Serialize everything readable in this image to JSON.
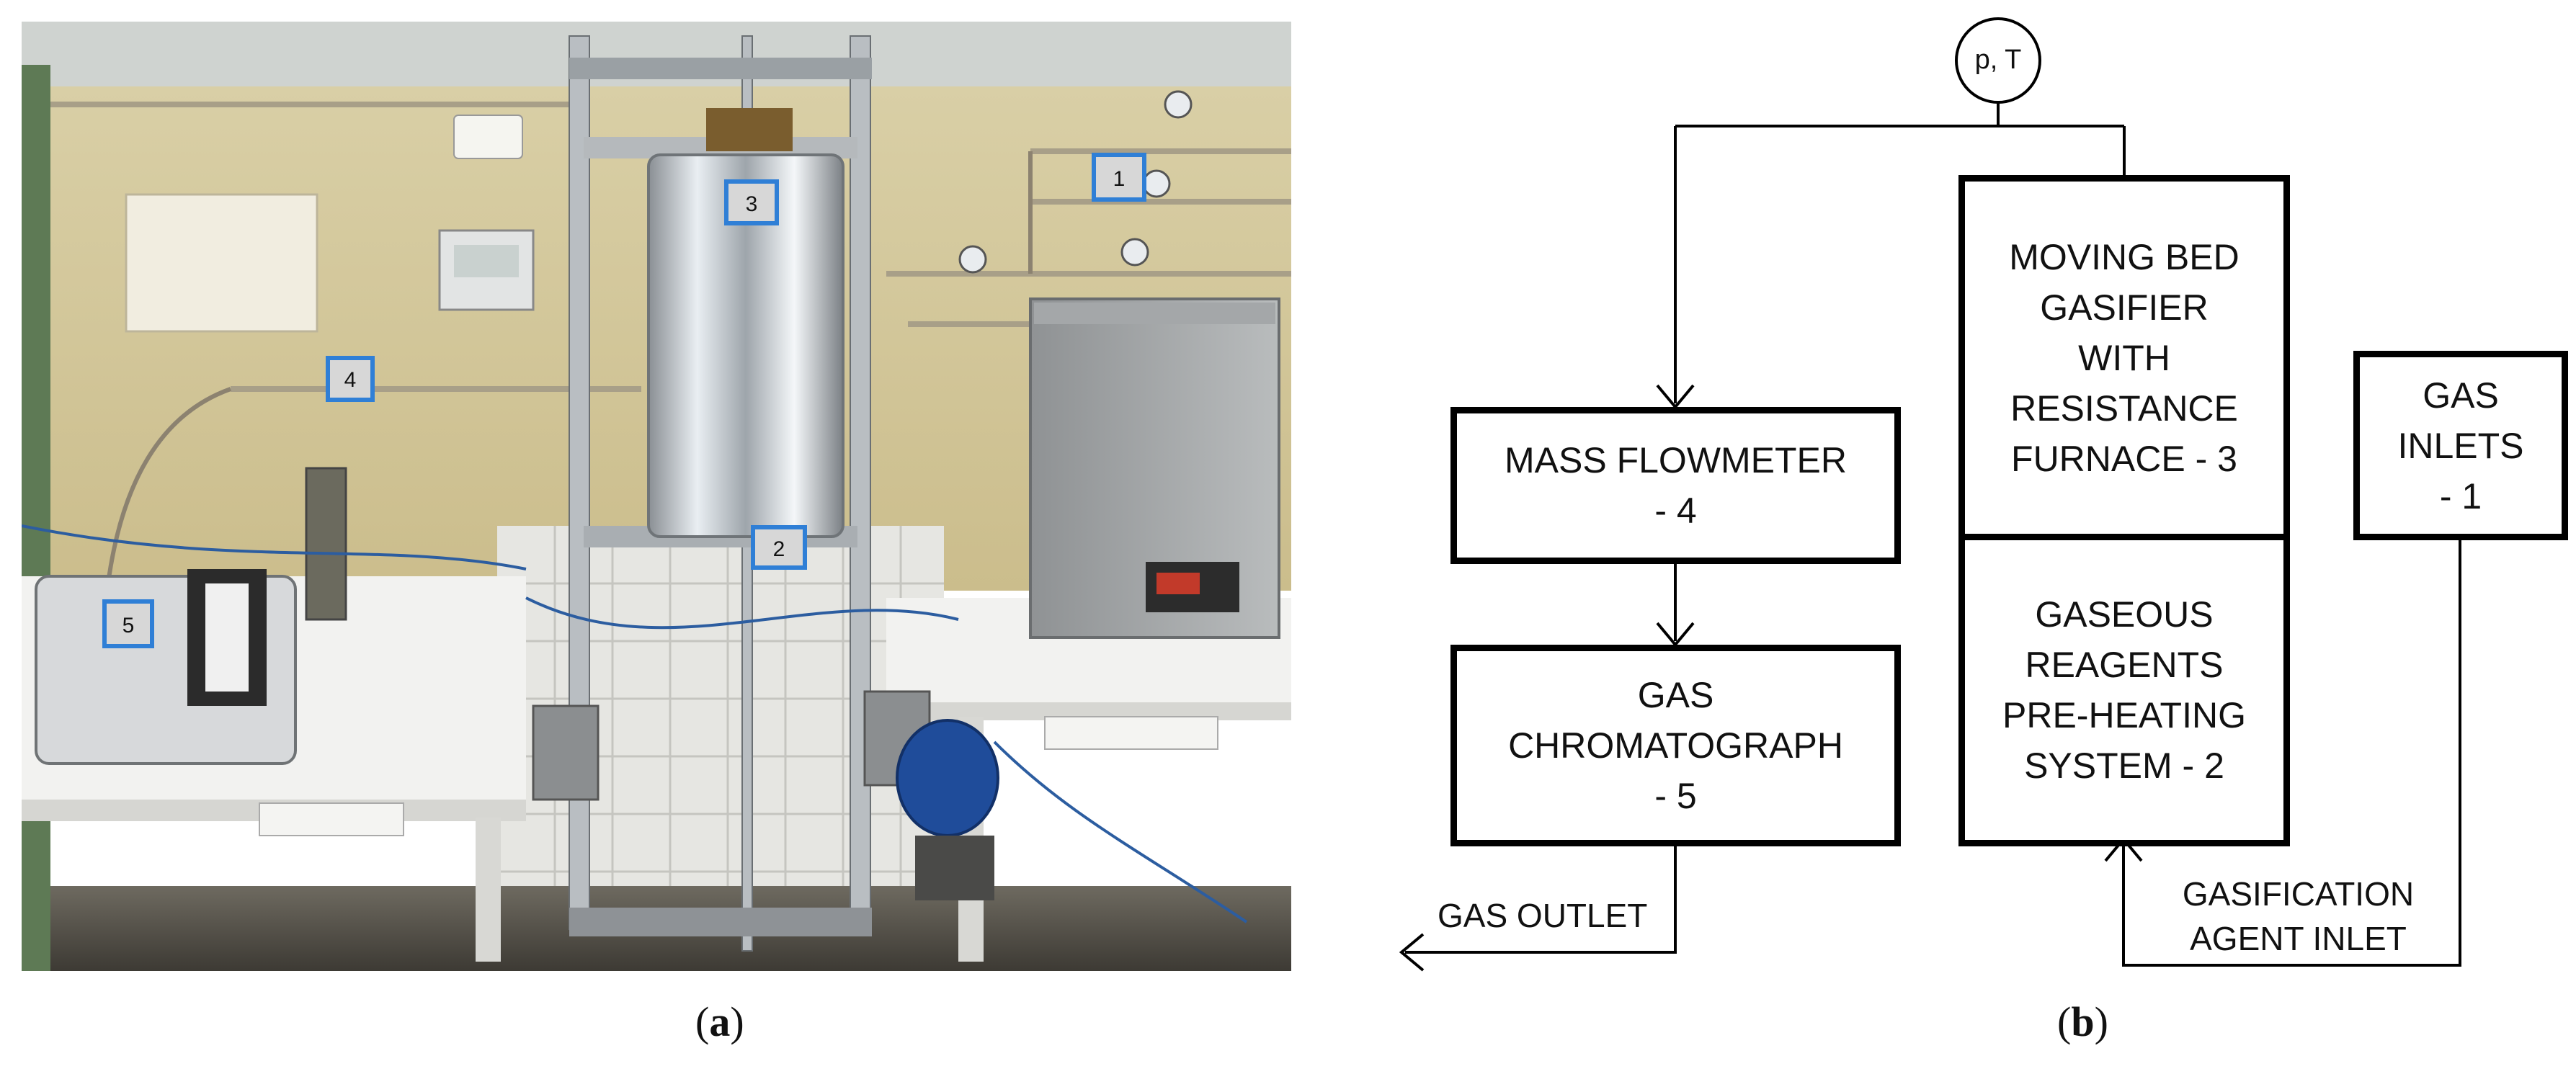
{
  "photo": {
    "markers": [
      "1",
      "2",
      "3",
      "4",
      "5"
    ]
  },
  "diagram": {
    "sensor_label": "p, T",
    "boxes": {
      "mass_flowmeter": "MASS FLOWMETER\n- 4",
      "gas_chromatograph": "GAS\nCHROMATOGRAPH\n- 5",
      "gasifier": "MOVING BED\nGASIFIER\nWITH\nRESISTANCE\nFURNACE - 3",
      "preheating": "GASEOUS\nREAGENTS\nPRE-HEATING\nSYSTEM - 2",
      "gas_inlets": "GAS\nINLETS\n- 1"
    },
    "gas_outlet": "GAS OUTLET",
    "gasification_agent_inlet": "GASIFICATION\nAGENT INLET"
  },
  "captions": {
    "a_letter": "a",
    "b_letter": "b"
  }
}
